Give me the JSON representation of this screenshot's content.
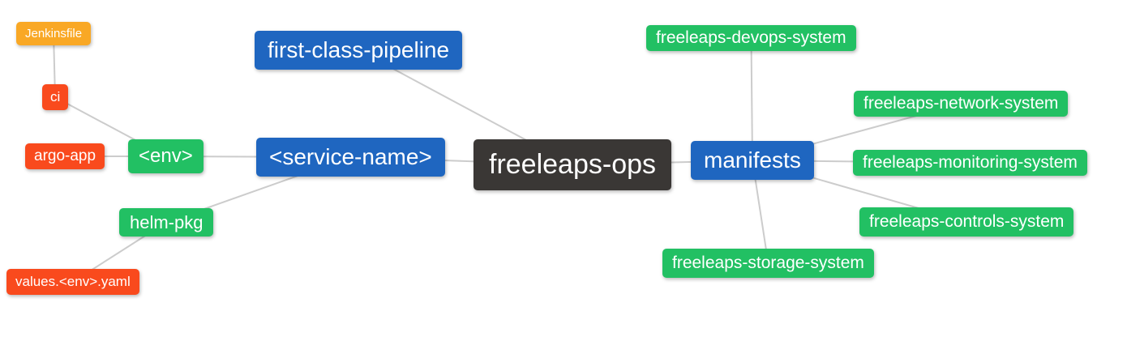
{
  "diagram": {
    "kind": "mindmap",
    "root_label": "freeleaps-ops"
  },
  "palette": {
    "blue": "#1f66c0",
    "green": "#22c063",
    "red": "#f94a1d",
    "orange": "#f9a825",
    "dark": "#3a3735",
    "edge": "#cccccc",
    "text": "#ffffff",
    "background": "#ffffff"
  },
  "nodes": {
    "jenkinsfile": {
      "label": "Jenkinsfile",
      "color": "orange"
    },
    "ci": {
      "label": "ci",
      "color": "red"
    },
    "argo_app": {
      "label": "argo-app",
      "color": "red"
    },
    "env": {
      "label": "<env>",
      "color": "green"
    },
    "service_name": {
      "label": "<service-name>",
      "color": "blue"
    },
    "helm_pkg": {
      "label": "helm-pkg",
      "color": "green"
    },
    "values_env_yaml": {
      "label": "values.<env>.yaml",
      "color": "red"
    },
    "first_class_pipeline": {
      "label": "first-class-pipeline",
      "color": "blue"
    },
    "freeleaps_ops": {
      "label": "freeleaps-ops",
      "color": "dark"
    },
    "manifests": {
      "label": "manifests",
      "color": "blue"
    },
    "devops_system": {
      "label": "freeleaps-devops-system",
      "color": "green"
    },
    "network_system": {
      "label": "freeleaps-network-system",
      "color": "green"
    },
    "monitoring_system": {
      "label": "freeleaps-monitoring-system",
      "color": "green"
    },
    "controls_system": {
      "label": "freeleaps-controls-system",
      "color": "green"
    },
    "storage_system": {
      "label": "freeleaps-storage-system",
      "color": "green"
    }
  },
  "edges": [
    {
      "from": "jenkinsfile",
      "to": "ci"
    },
    {
      "from": "ci",
      "to": "env"
    },
    {
      "from": "argo_app",
      "to": "env"
    },
    {
      "from": "env",
      "to": "service_name"
    },
    {
      "from": "helm_pkg",
      "to": "service_name"
    },
    {
      "from": "values_env_yaml",
      "to": "helm_pkg"
    },
    {
      "from": "first_class_pipeline",
      "to": "freeleaps_ops"
    },
    {
      "from": "service_name",
      "to": "freeleaps_ops"
    },
    {
      "from": "freeleaps_ops",
      "to": "manifests"
    },
    {
      "from": "manifests",
      "to": "devops_system"
    },
    {
      "from": "manifests",
      "to": "network_system"
    },
    {
      "from": "manifests",
      "to": "monitoring_system"
    },
    {
      "from": "manifests",
      "to": "controls_system"
    },
    {
      "from": "manifests",
      "to": "storage_system"
    }
  ]
}
